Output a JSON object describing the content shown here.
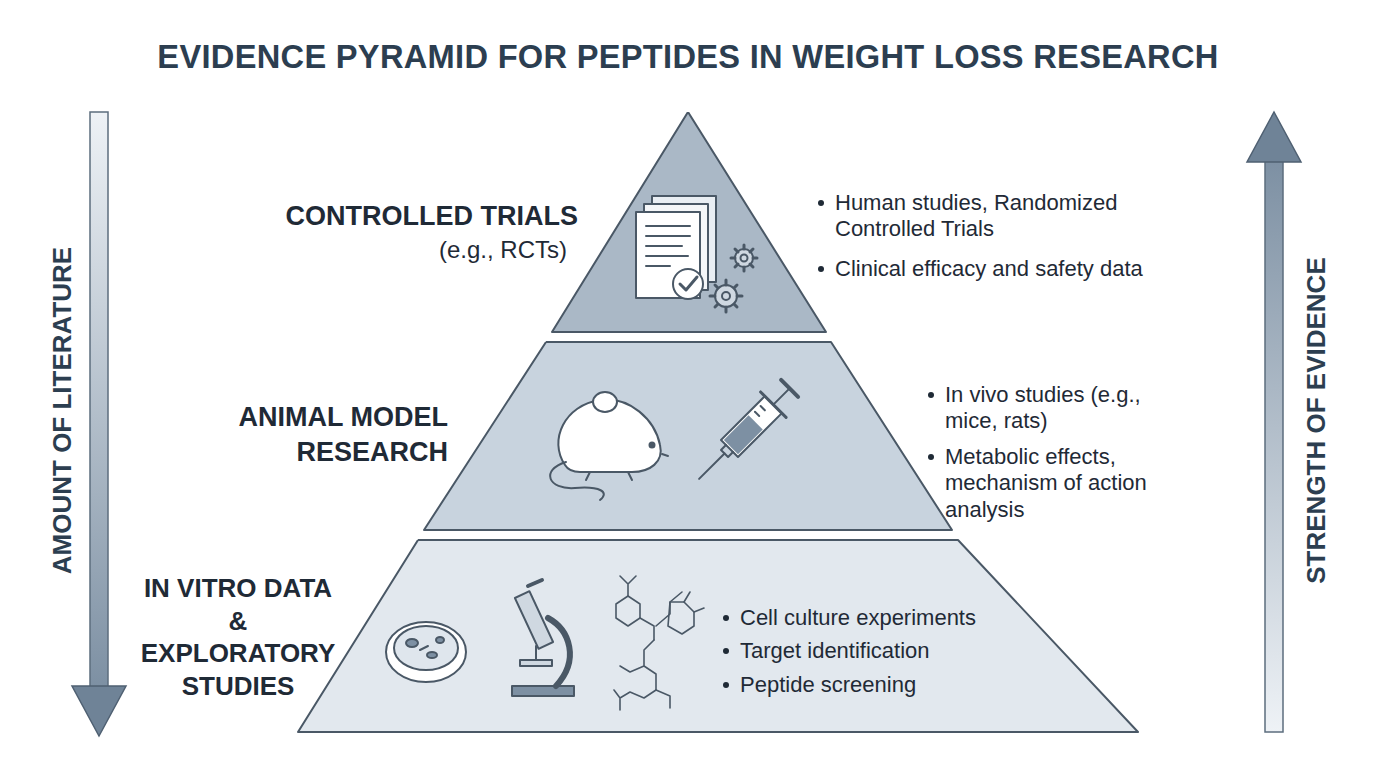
{
  "diagram": {
    "title": "EVIDENCE PYRAMID FOR PEPTIDES IN WEIGHT LOSS RESEARCH",
    "nodes": [
      {
        "text": [
          "CONTROLLED TRIALS",
          "(e.g., RCTs)",
          "Human studies, Randomized Controlled Trials",
          "Clinical efficacy and safety data"
        ]
      },
      {
        "text": [
          "ANIMAL MODEL RESEARCH",
          "In vivo studies (e.g., mice, rats)",
          "Metabolic effects, mechanism of action analysis"
        ]
      },
      {
        "text": [
          "IN VITRO DATA & EXPLORATORY STUDIES",
          "Cell culture experiments",
          "Target identification",
          "Peptide screening"
        ]
      }
    ],
    "labels": [
      "AMOUNT OF LITERATURE",
      "STRENGTH OF EVIDENCE"
    ]
  }
}
